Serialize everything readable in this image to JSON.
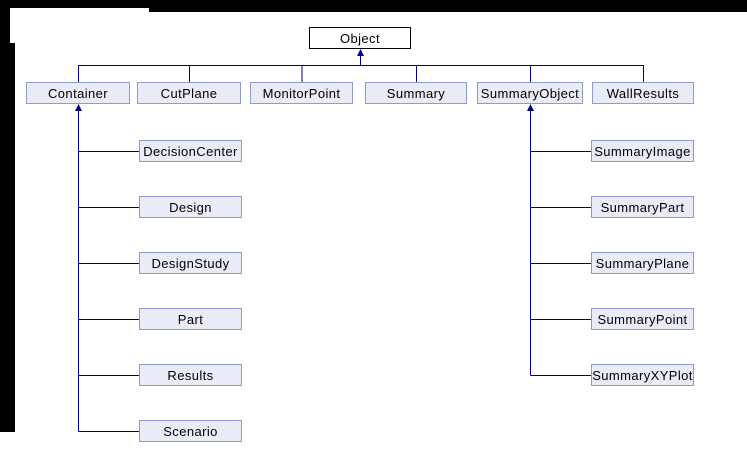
{
  "diagram": {
    "type": "class-inheritance-graph",
    "root": {
      "label": "Object"
    },
    "level1": [
      {
        "label": "Container",
        "children": [
          "DecisionCenter",
          "Design",
          "DesignStudy",
          "Part",
          "Results",
          "Scenario"
        ]
      },
      {
        "label": "CutPlane",
        "children": []
      },
      {
        "label": "MonitorPoint",
        "children": []
      },
      {
        "label": "Summary",
        "children": []
      },
      {
        "label": "SummaryObject",
        "children": [
          "SummaryImage",
          "SummaryPart",
          "SummaryPlane",
          "SummaryPoint",
          "SummaryXYPlot"
        ]
      },
      {
        "label": "WallResults",
        "children": []
      }
    ],
    "colors": {
      "background": "#ffffff",
      "mask": "#000000",
      "line": "#000080",
      "node_fill": "#e9ecf6",
      "node_border": "#8d9dc6",
      "root_fill": "#ffffff",
      "root_border": "#000000",
      "text": "#000000"
    }
  }
}
